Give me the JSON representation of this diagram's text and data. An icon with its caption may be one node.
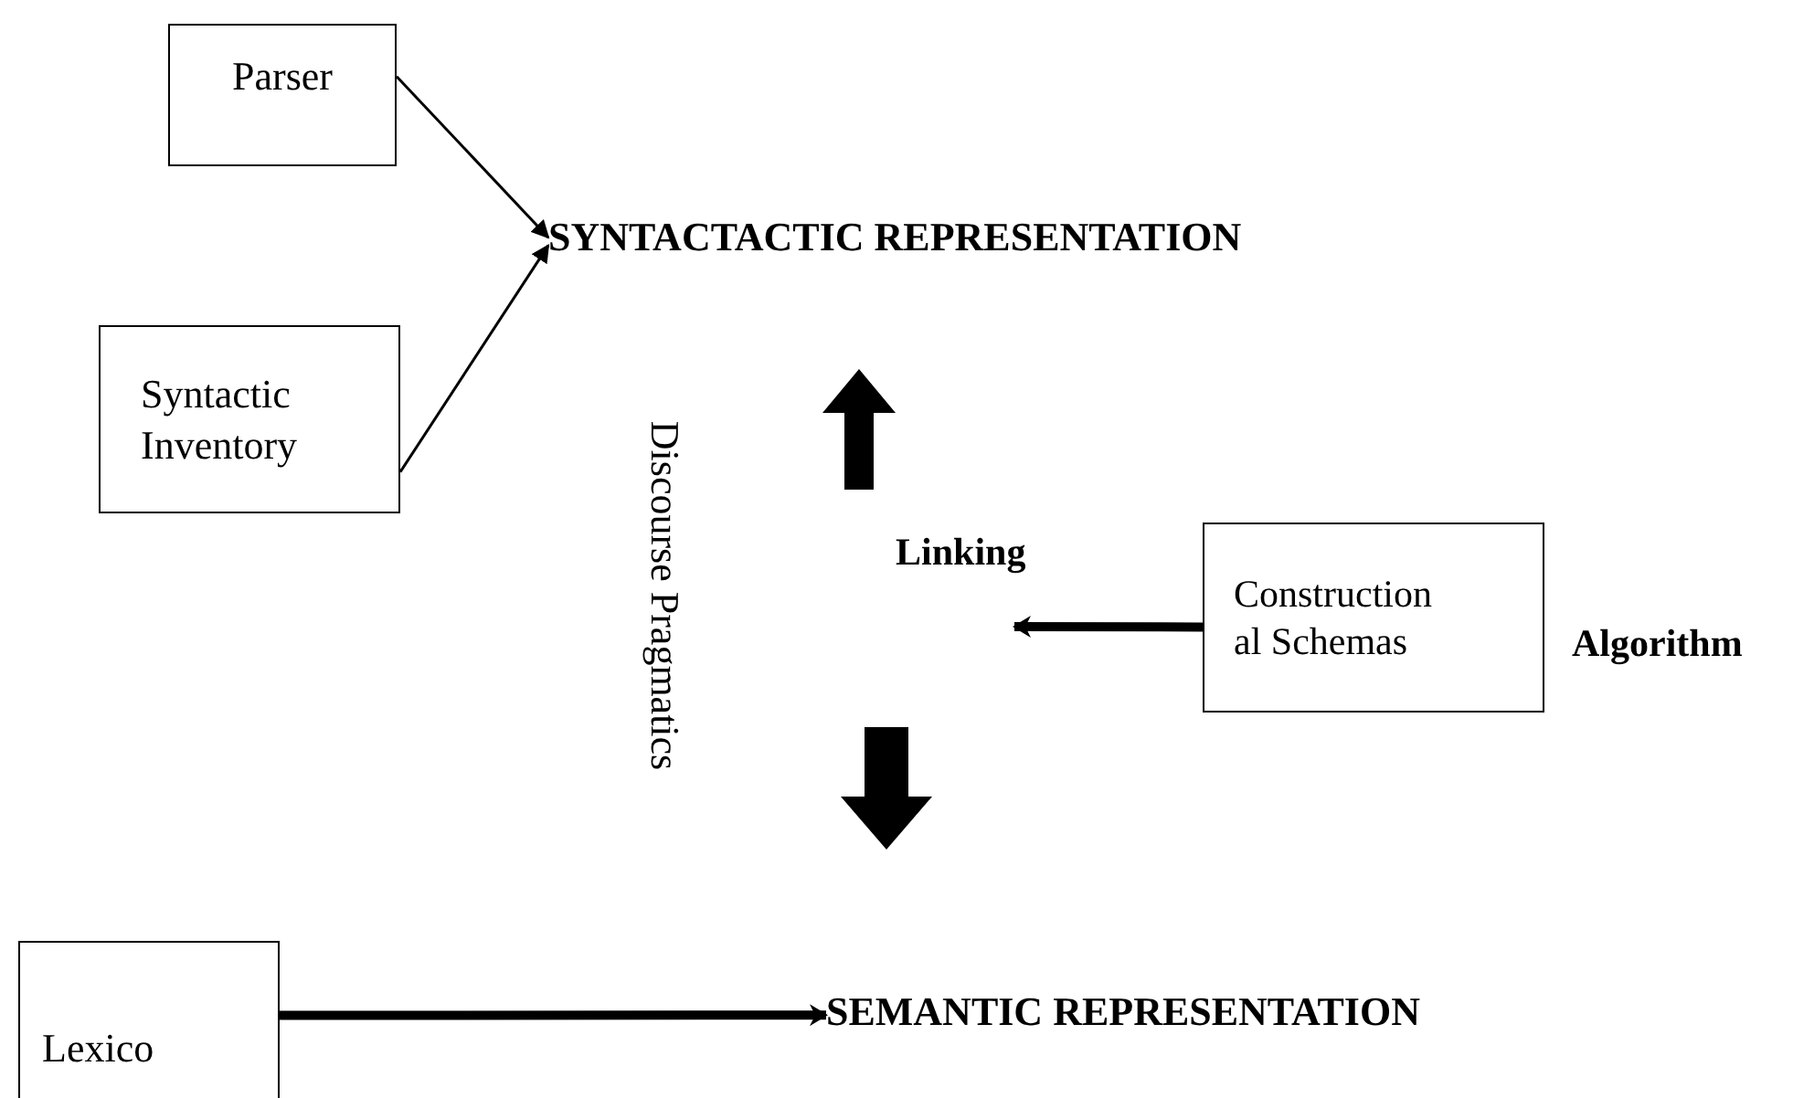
{
  "diagram": {
    "nodes": [
      {
        "text": [
          "Parser"
        ]
      },
      {
        "text": [
          "Syntactic Inventory"
        ]
      },
      {
        "text": [
          "SYNTACTACTIC REPRESENTATION"
        ]
      },
      {
        "text": [
          "Construction al Schemas"
        ]
      },
      {
        "text": [
          "Lexico"
        ]
      },
      {
        "text": [
          "SEMANTIC REPRESENTATION"
        ]
      }
    ],
    "edges": [
      {
        "from": 0,
        "to": 2,
        "arrow": "to"
      },
      {
        "from": 1,
        "to": 2,
        "arrow": "to"
      },
      {
        "from": 3,
        "to": null,
        "arrow": "to",
        "style": "thick"
      },
      {
        "from": 4,
        "to": 5,
        "arrow": "to",
        "style": "thick"
      }
    ],
    "labels": [
      "Discourse Pragmatics",
      "Linking",
      "Algorithm"
    ]
  }
}
